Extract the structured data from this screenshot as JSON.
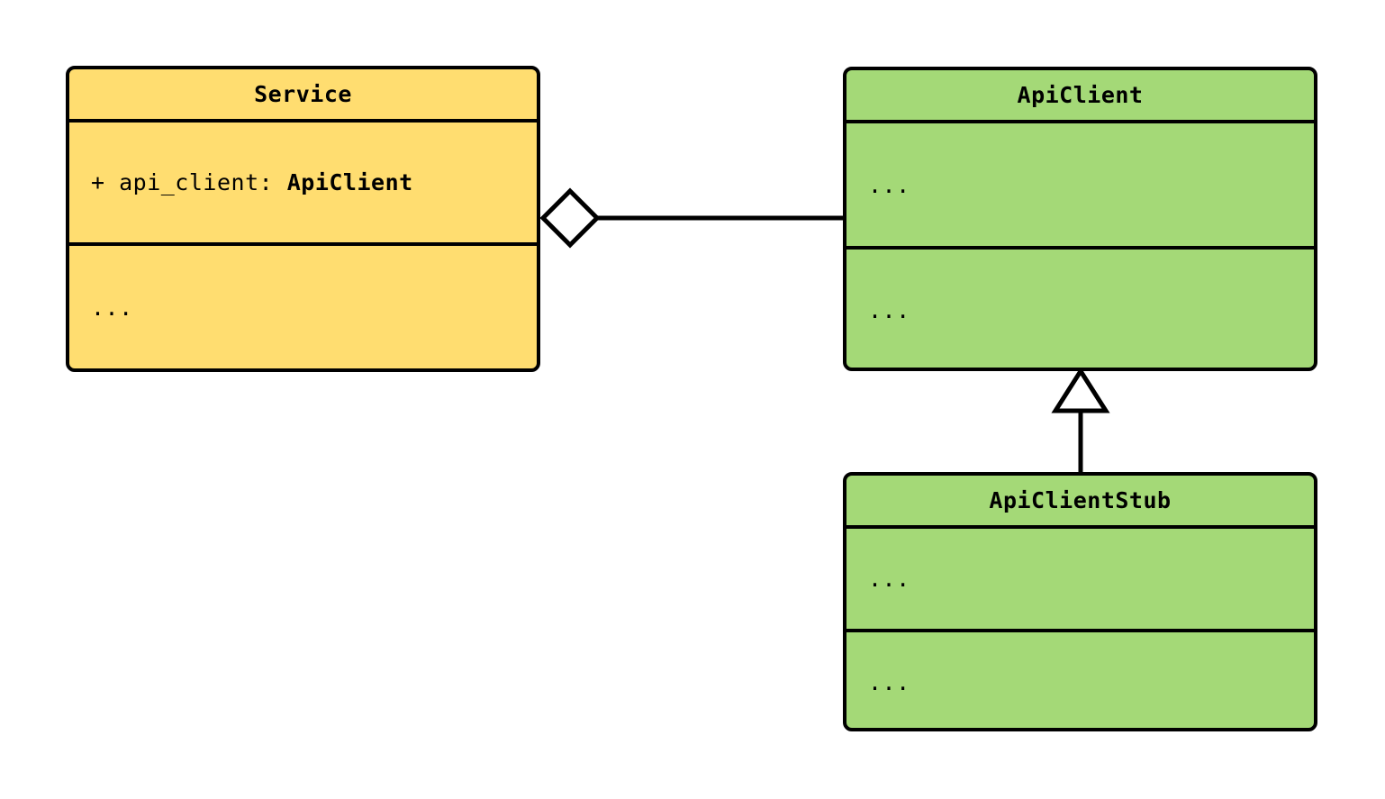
{
  "diagram": {
    "kind": "uml-class-diagram",
    "background_color": "#ffffff",
    "line_color": "#000000",
    "classes": [
      {
        "id": "service",
        "name": "Service",
        "fill_color": "#ffdd70",
        "attributes": [
          {
            "visibility": "+",
            "name": "api_client",
            "separator": ": ",
            "type": "ApiClient",
            "text": "+ api_client: ApiClient"
          }
        ],
        "operations_placeholder": "..."
      },
      {
        "id": "apiclient",
        "name": "ApiClient",
        "fill_color": "#a4d977",
        "attributes_placeholder": "...",
        "operations_placeholder": "..."
      },
      {
        "id": "apiclientstub",
        "name": "ApiClientStub",
        "fill_color": "#a4d977",
        "attributes_placeholder": "...",
        "operations_placeholder": "..."
      }
    ],
    "relationships": [
      {
        "id": "service-aggregates-apiclient",
        "type": "aggregation",
        "marker": "hollow-diamond",
        "source": "Service",
        "target": "ApiClient"
      },
      {
        "id": "apiclientstub-inherits-apiclient",
        "type": "generalization",
        "marker": "hollow-triangle",
        "source": "ApiClientStub",
        "target": "ApiClient"
      }
    ]
  }
}
